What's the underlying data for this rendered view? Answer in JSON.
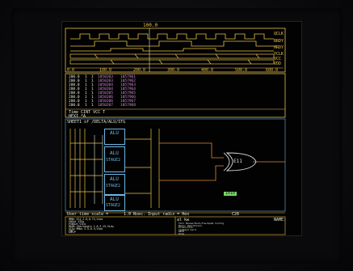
{
  "waveform": {
    "time_marker": "100.0",
    "signals": [
      "QCLK",
      "BRDY",
      "MRDY",
      "YCLK",
      "VCC",
      "VDD"
    ],
    "axis_ticks": [
      "0.0",
      "100.0",
      "200.0",
      "300.0",
      "400.0",
      "500.0",
      "600.0"
    ]
  },
  "trace_table": {
    "rows": [
      {
        "t": "200.0",
        "a": "1",
        "b": "1",
        "x": "1050203",
        "y": "1057961"
      },
      {
        "t": "200.0",
        "a": "1",
        "b": "1",
        "x": "1050203",
        "y": "1057962"
      },
      {
        "t": "200.0",
        "a": "1",
        "b": "1",
        "x": "1050204",
        "y": "1057963"
      },
      {
        "t": "200.0",
        "a": "1",
        "b": "1",
        "x": "1050204",
        "y": "1057964"
      },
      {
        "t": "200.0",
        "a": "1",
        "b": "1",
        "x": "1050205",
        "y": "1057965"
      },
      {
        "t": "200.0",
        "a": "1",
        "b": "1",
        "x": "1050206",
        "y": "1057966"
      },
      {
        "t": "200.0",
        "a": "1",
        "b": "1",
        "x": "1050206",
        "y": "1057967"
      },
      {
        "t": "200.0",
        "a": "1",
        "b": "1",
        "x": "1050207",
        "y": "1057968"
      }
    ],
    "header_line1": "Time   CINT  VCC    T",
    "header_line2": "       HEXI  *A"
  },
  "schematic": {
    "path": "SHEET1 of /DELTA/ALU/STG",
    "stages": [
      {
        "title": "ALU",
        "sub": ""
      },
      {
        "title": "ALU",
        "sub": "STAGE2"
      },
      {
        "title": "ALU",
        "sub": "STAGE2"
      },
      {
        "title": "ALU",
        "sub": "STAGE2"
      }
    ],
    "gate_label": "E11",
    "probe_value": "1010"
  },
  "status_bar": {
    "left": "User time scale =",
    "mid": "1.0 Nsec.  Input radix = Hex"
  },
  "console_lines": [
    "MMN> E11 2.0,0.75,View",
    "FWOut VIEw",
    "PXWOut VIEw",
    "MARK->Rectangle 1.6,3.25,View",
    "VIEw MMoo 3.5,0.9,View"
  ],
  "console_prompt": "OK>",
  "menu": {
    "header_left": "al kw",
    "header_mid": "C26",
    "header_right": "NAME:",
    "items": [
      "Tail Mouse/Puck/Touchpad Config",
      "Basic Operations",
      "Production",
      "Command Card",
      "HELP",
      "Done"
    ]
  },
  "colors": {
    "amber": "#e8c24a",
    "cyan": "#6fb7e6",
    "green": "#7cd36a",
    "orange": "#e08a3a"
  }
}
